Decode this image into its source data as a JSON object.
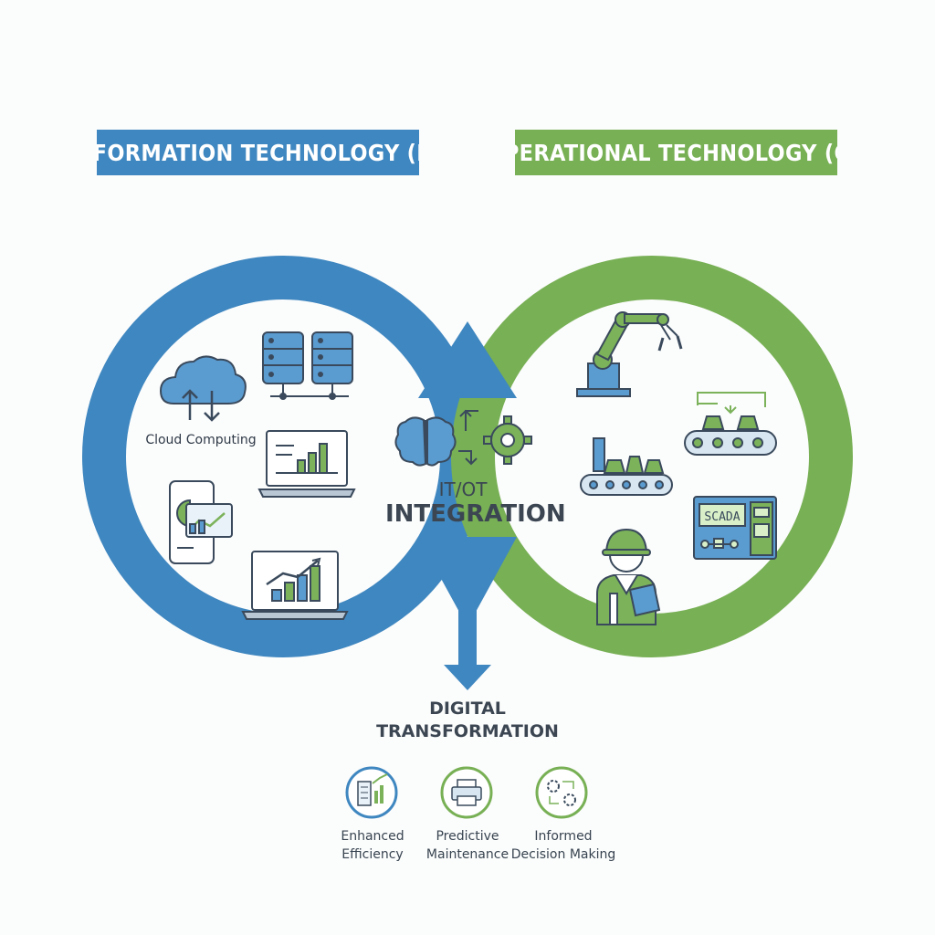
{
  "banners": {
    "it": "INFORMATION TECHNOLOGY (IT)",
    "ot": "OPERATIONAL TECHNOLOGY (OT"
  },
  "it_side": {
    "cloud_label": "Cloud Computing"
  },
  "ot_side": {
    "scada_label": "SCADA"
  },
  "center": {
    "line1": "IT/OT",
    "line2": "INTEGRATION"
  },
  "result": {
    "line1": "DIGITAL",
    "line2": "TRANSFORMATION"
  },
  "outcomes": [
    {
      "line1": "Enhanced",
      "line2": "Efficiency"
    },
    {
      "line1": "Predictive",
      "line2": "Maintenance"
    },
    {
      "line1": "Informed",
      "line2": "Decision Making"
    }
  ],
  "colors": {
    "it_blue": "#3f87c0",
    "ot_green": "#78b055",
    "icon_dark": "#3a4a5c"
  }
}
